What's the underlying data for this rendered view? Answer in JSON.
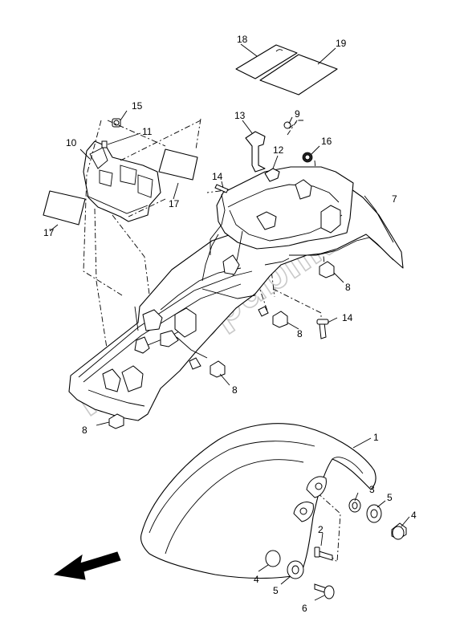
{
  "watermark": "Partsrepublik",
  "callouts": {
    "c1": "1",
    "c2": "2",
    "c3": "3",
    "c4a": "4",
    "c4b": "4",
    "c5a": "5",
    "c5b": "5",
    "c6": "6",
    "c7": "7",
    "c8a": "8",
    "c8b": "8",
    "c8c": "8",
    "c8d": "8",
    "c9": "9",
    "c10": "10",
    "c11": "11",
    "c12": "12",
    "c13": "13",
    "c14a": "14",
    "c14b": "14",
    "c15": "15",
    "c16": "16",
    "c17a": "17",
    "c17b": "17",
    "c18": "18",
    "c19": "19"
  },
  "direction_icon": "front-direction-arrow-icon"
}
